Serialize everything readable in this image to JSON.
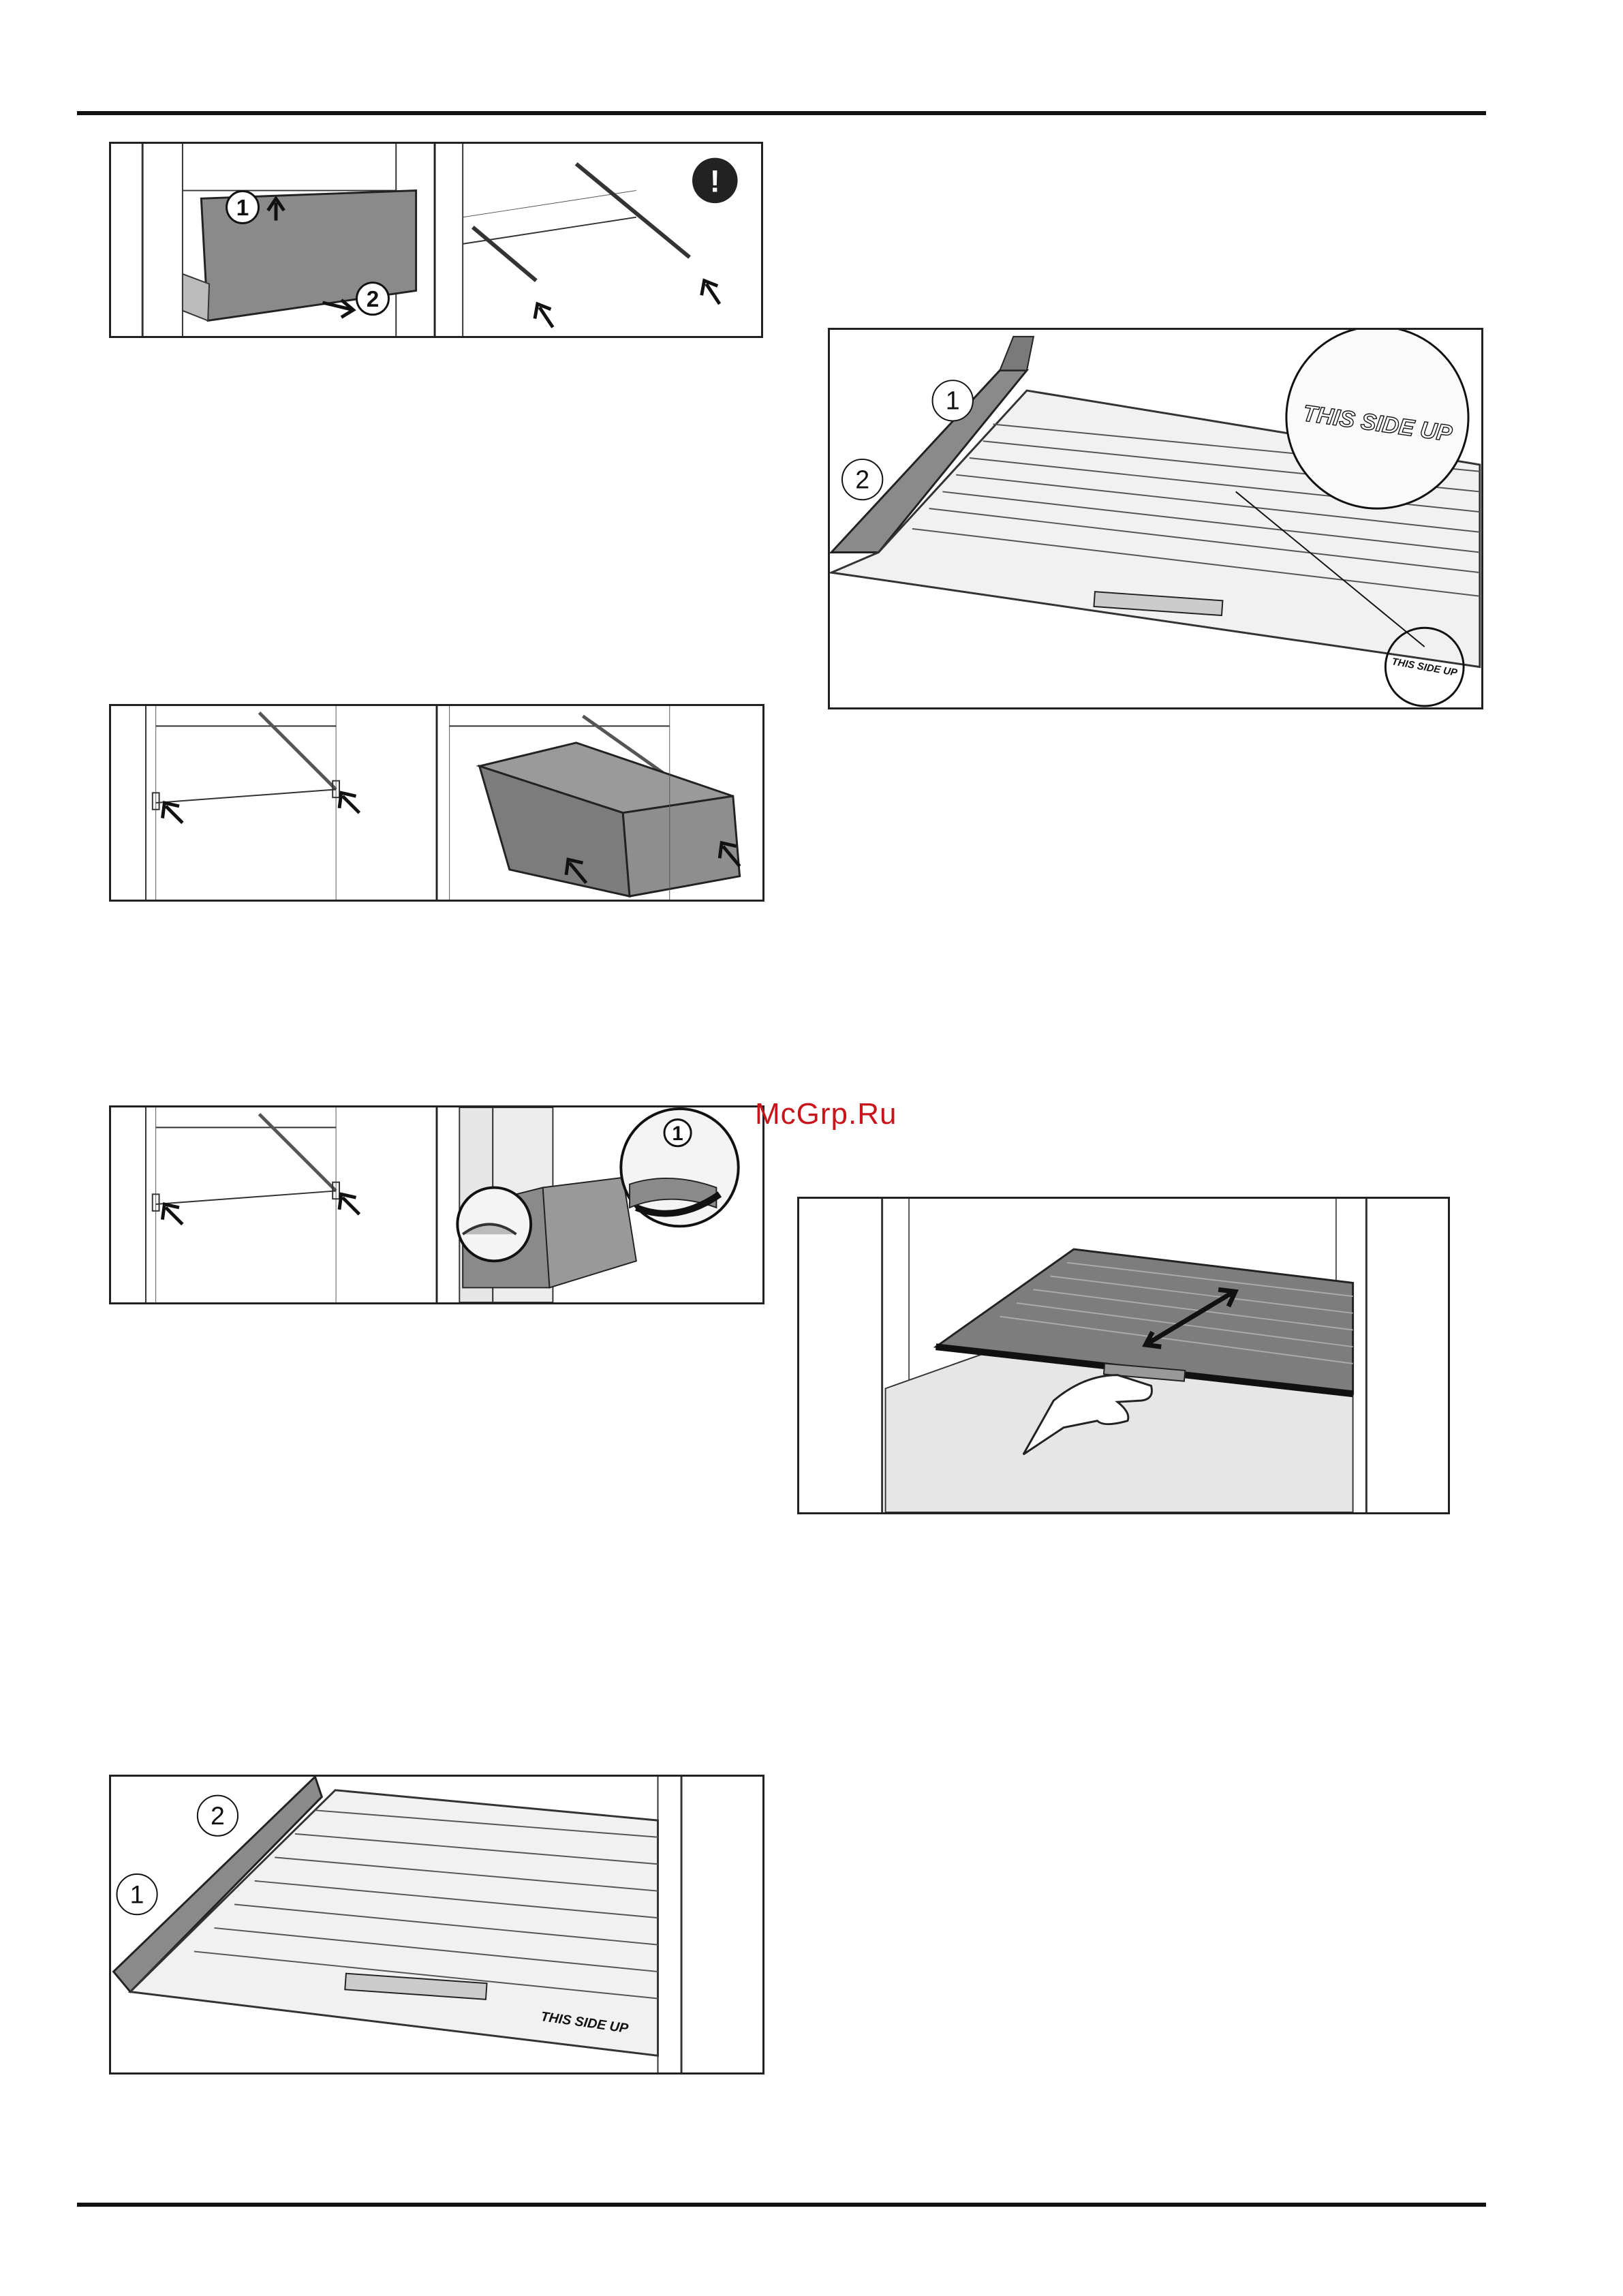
{
  "watermark": "McGrp.Ru",
  "figures": {
    "fig1": {
      "callout1": "1",
      "callout2": "2",
      "warning_mark": "!"
    },
    "fig5": {
      "callout1": "1",
      "callout2": "2",
      "stamp": "THIS SIDE UP"
    },
    "fig6": {
      "callout1": "1",
      "callout2": "2",
      "stamp_zoom": "THIS SIDE UP",
      "stamp_small": "THIS SIDE UP"
    },
    "fig3": {
      "callout1": "1"
    }
  }
}
